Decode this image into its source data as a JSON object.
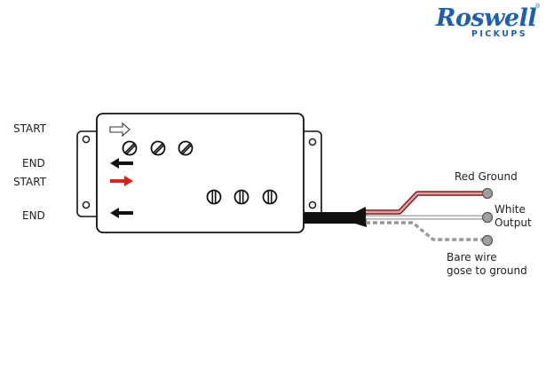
{
  "brand": {
    "name": "Roswell",
    "subtitle": "PICKUPS",
    "registered_mark": "®",
    "color": "#1f5fae"
  },
  "coil_labels": {
    "top_start": "START",
    "top_end": "END",
    "bottom_start": "START",
    "bottom_end": "END"
  },
  "wires": {
    "red": {
      "label": "Red Ground",
      "color": "#c0392b"
    },
    "white": {
      "label_line1": "White",
      "label_line2": "Output",
      "color": "#ffffff"
    },
    "bare": {
      "label_line1": "Bare wire",
      "label_line2": "gose to ground",
      "color": "#9a9a9a"
    }
  },
  "arrows": {
    "outline": "outline-right-arrow",
    "black": "black-left-arrow",
    "red": "red-right-arrow",
    "red_color": "#e0201b"
  }
}
